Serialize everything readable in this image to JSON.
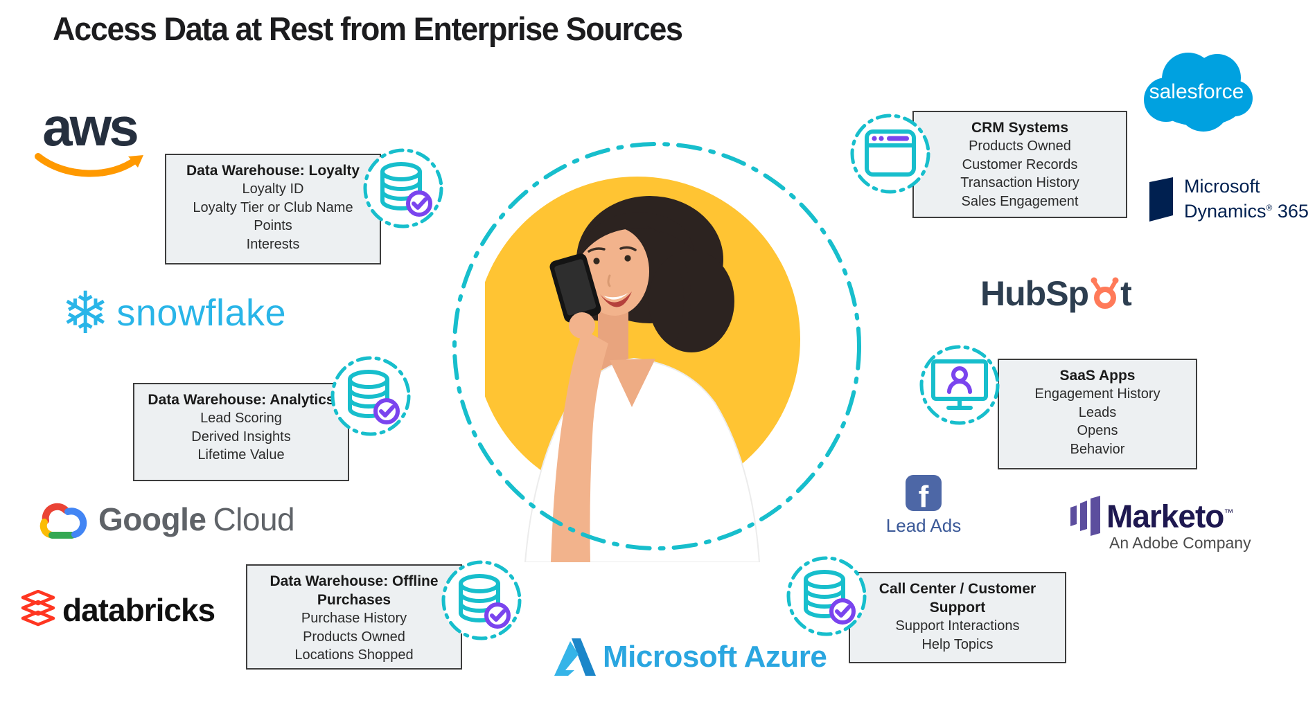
{
  "title": "Access Data at Rest from Enterprise Sources",
  "colors": {
    "teal": "#17becc",
    "purple": "#7a44ee",
    "box_bg": "#edf0f2",
    "box_border": "#3d3d3d",
    "hero_yellow": "#ffc433",
    "aws_navy": "#252f3e",
    "aws_orange": "#ff9900",
    "snowflake_blue": "#29b5e8",
    "google_gray": "#5f6368",
    "databricks_red": "#ff3621",
    "salesforce_blue": "#00a1e0",
    "dynamics_navy": "#002050",
    "hubspot_dark": "#2d3e50",
    "hubspot_orange": "#ff7a59",
    "facebook_blue": "#4d67a6",
    "marketo_purple": "#5c4e9e",
    "azure_blue": "#2aa6e0"
  },
  "boxes": {
    "loyalty": {
      "title": "Data Warehouse: Loyalty",
      "items": [
        "Loyalty ID",
        "Loyalty Tier or Club Name",
        "Points",
        "Interests"
      ]
    },
    "analytics": {
      "title": "Data Warehouse: Analytics",
      "items": [
        "Lead Scoring",
        "Derived Insights",
        "Lifetime Value"
      ]
    },
    "offline": {
      "title": "Data Warehouse: Offline Purchases",
      "items": [
        "Purchase History",
        "Products Owned",
        "Locations Shopped"
      ]
    },
    "crm": {
      "title": "CRM Systems",
      "items": [
        "Products Owned",
        "Customer Records",
        "Transaction History",
        "Sales Engagement"
      ]
    },
    "saas": {
      "title": "SaaS Apps",
      "items": [
        "Engagement History",
        "Leads",
        "Opens",
        "Behavior"
      ]
    },
    "callcenter": {
      "title": "Call Center / Customer Support",
      "items": [
        "Support Interactions",
        "Help Topics"
      ]
    }
  },
  "logos": {
    "aws": "aws",
    "snowflake_mark": "❄",
    "snowflake": "snowflake",
    "google_part1": "Google",
    "google_part2": "Cloud",
    "databricks": "databricks",
    "salesforce": "salesforce",
    "dynamics_line1": "Microsoft",
    "dynamics_line2_pre": "Dynamics",
    "dynamics_reg": "®",
    "dynamics_line2_post": " 365",
    "hubspot_pre": "HubSp",
    "hubspot_post": "t",
    "facebook_f": "f",
    "facebook_caption": "Lead Ads",
    "marketo_name": "Marketo",
    "marketo_tm": "™",
    "marketo_sub": "An Adobe Company",
    "azure": "Microsoft Azure"
  }
}
